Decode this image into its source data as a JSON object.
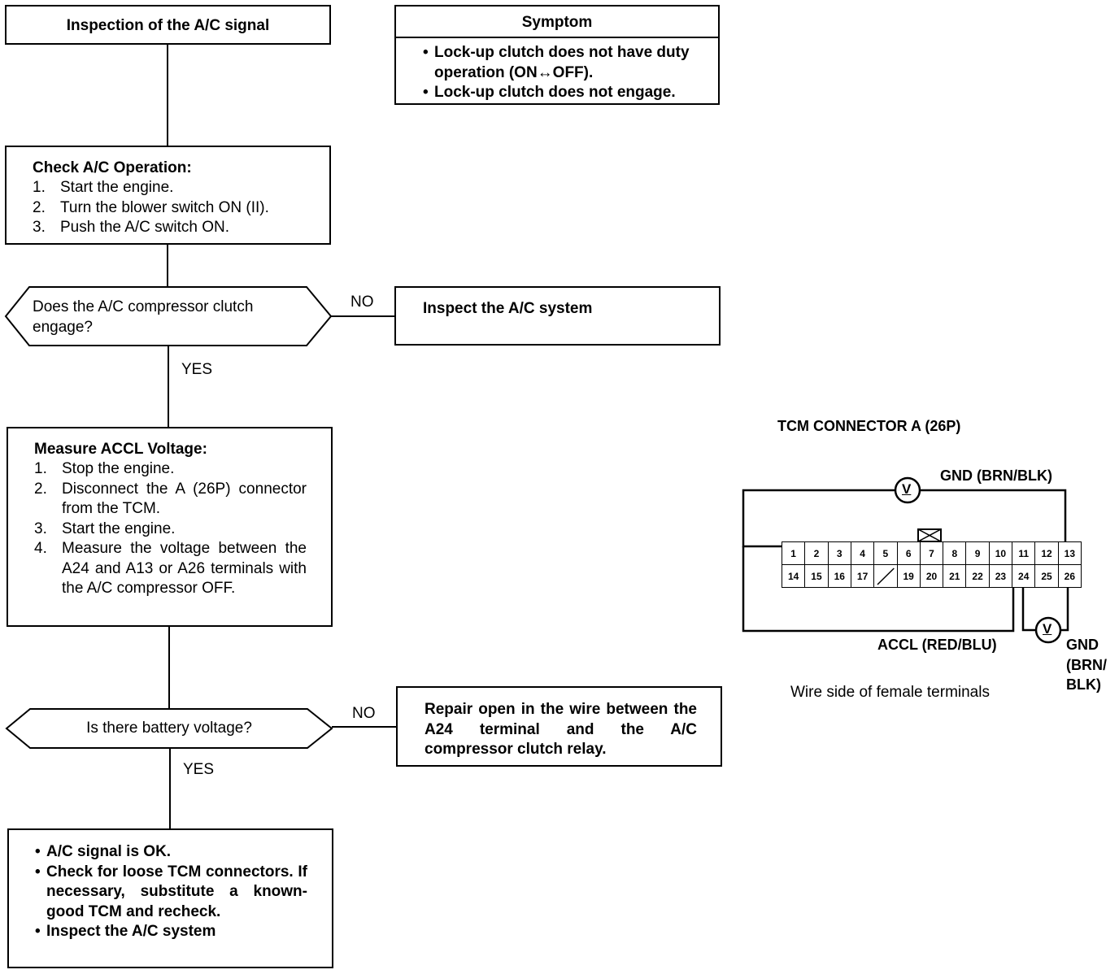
{
  "flow": {
    "start": {
      "title": "Inspection of the A/C signal"
    },
    "symptom": {
      "header": "Symptom",
      "items": [
        "Lock-up clutch does not have duty operation (ON↔OFF).",
        "Lock-up clutch does not engage."
      ]
    },
    "check_ac": {
      "title": "Check A/C Operation:",
      "steps": [
        {
          "n": "1.",
          "text": "Start the engine."
        },
        {
          "n": "2.",
          "text": "Turn the blower switch ON (II)."
        },
        {
          "n": "3.",
          "text": "Push the A/C switch ON."
        }
      ]
    },
    "decision1": {
      "line1": "Does the A/C compressor clutch",
      "line2": "engage?",
      "no": "NO",
      "yes": "YES"
    },
    "inspect_ac": {
      "text": "Inspect the A/C system"
    },
    "measure": {
      "title": "Measure ACCL Voltage:",
      "steps": [
        {
          "n": "1.",
          "text": "Stop the engine."
        },
        {
          "n": "2.",
          "text": "Disconnect the A (26P) connector from the TCM."
        },
        {
          "n": "3.",
          "text": "Start the engine."
        },
        {
          "n": "4.",
          "text": "Measure the voltage between the A24 and A13 or A26 terminals with the A/C compressor OFF."
        }
      ]
    },
    "decision2": {
      "text": "Is there battery voltage?",
      "no": "NO",
      "yes": "YES"
    },
    "repair": {
      "text": "Repair open in the wire between the A24 terminal and the A/C compressor clutch relay."
    },
    "final": {
      "items": [
        "A/C signal is OK.",
        "Check for loose TCM connectors. If necessary, substitute a known-good TCM and recheck.",
        "Inspect the A/C system"
      ]
    }
  },
  "connector": {
    "title": "TCM CONNECTOR A (26P)",
    "gnd_top": "GND (BRN/BLK)",
    "accl": "ACCL (RED/BLU)",
    "gnd_right_1": "GND",
    "gnd_right_2": "(BRN/",
    "gnd_right_3": "BLK)",
    "caption": "Wire side of female terminals",
    "meter_label": "V",
    "top_row": [
      "1",
      "2",
      "3",
      "4",
      "5",
      "6",
      "7",
      "8",
      "9",
      "10",
      "11",
      "12",
      "13"
    ],
    "bottom_row": [
      "14",
      "15",
      "16",
      "17",
      "",
      "19",
      "20",
      "21",
      "22",
      "23",
      "24",
      "25",
      "26"
    ]
  }
}
